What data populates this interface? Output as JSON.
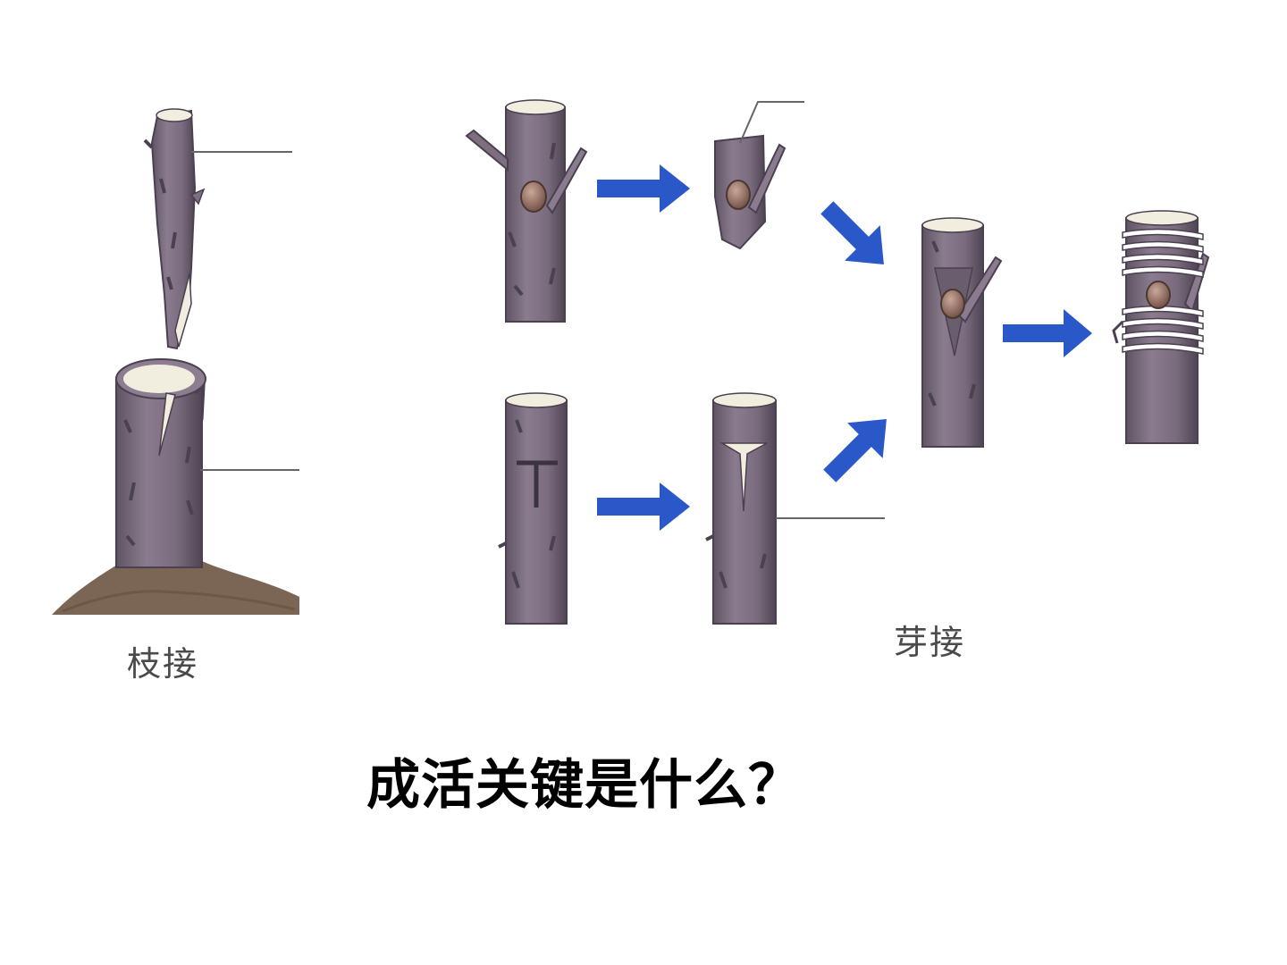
{
  "labels": {
    "branch_grafting": "枝接",
    "bud_grafting": "芽接"
  },
  "question": "成活关键是什么？",
  "colors": {
    "bark": "#7d6f80",
    "bark_dark": "#544a58",
    "bark_light": "#a898aa",
    "wood": "#f2eedf",
    "soil": "#7b6554",
    "arrow": "#2b58c9",
    "bud": "#8e6a5c",
    "leader_line": "#666666",
    "binding": "#ffffff"
  },
  "icons": [
    "scion-icon",
    "rootstock-icon",
    "soil-mound-icon",
    "bud-icon",
    "arrow-right-icon",
    "arrow-diagonal-icon",
    "binding-wrap-icon"
  ]
}
